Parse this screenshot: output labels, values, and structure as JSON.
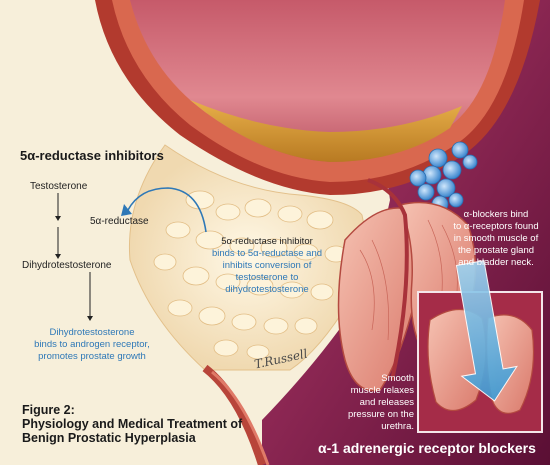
{
  "title": "5α-reductase inhibitors",
  "steps": {
    "testosterone": "Testosterone",
    "enzyme": "5α-reductase",
    "dht": "Dihydrotestosterone",
    "outcome": [
      "Dihydrotestosterone",
      "binds to androgen receptor,",
      "promotes prostate growth"
    ]
  },
  "inhibitor_note": {
    "head": "5α-reductase inhibitor",
    "lines": [
      "binds to 5α-reductase and",
      "inhibits conversion of",
      "testosterone to",
      "dihydrotestosterone"
    ]
  },
  "alpha_note": [
    "α-blockers bind",
    "to α-receptors found",
    "in smooth muscle of",
    "the prostate gland",
    "and bladder neck."
  ],
  "relax_note": [
    "Smooth",
    "muscle relaxes",
    "and releases",
    "pressure on the",
    "urethra."
  ],
  "figure": [
    "Figure 2:",
    "Physiology and Medical Treatment of",
    "Benign Prostatic Hyperplasia"
  ],
  "footer": "α-1 adrenergic receptor blockers",
  "signature": "T.Russell",
  "colors": {
    "blue_text": "#2e78b7",
    "magenta": "#8c1d52",
    "tissue": "#e99a8a"
  }
}
